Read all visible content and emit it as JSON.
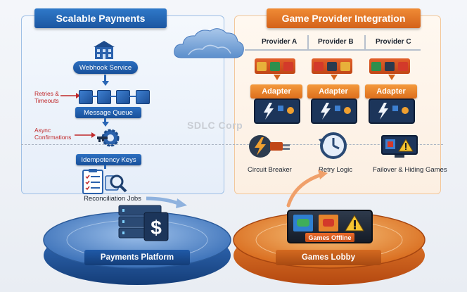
{
  "left": {
    "title": "Scalable Payments",
    "webhook": "Webhook Service",
    "retries": [
      "Retries &",
      "Timeouts"
    ],
    "queue": "Message Queue",
    "async": [
      "Async",
      "Confirmations"
    ],
    "idempotency": "Idempotency Keys",
    "reconciliation": "Reconciliation  Jobs",
    "platform": "Payments Platform"
  },
  "right": {
    "title": "Game Provider Integration",
    "providers": [
      "Provider A",
      "Provider B",
      "Provider C"
    ],
    "adapter": "Adapter",
    "circuit": "Circuit Breaker",
    "retry": "Retry Logic",
    "failover": "Failover & Hiding Games",
    "offline": "Games Offline",
    "lobby": "Games Lobby"
  },
  "watermark": "SDLC Corp",
  "colors": {
    "blue": "#1b56a1",
    "orange": "#d4621a",
    "red": "#c0282a"
  }
}
